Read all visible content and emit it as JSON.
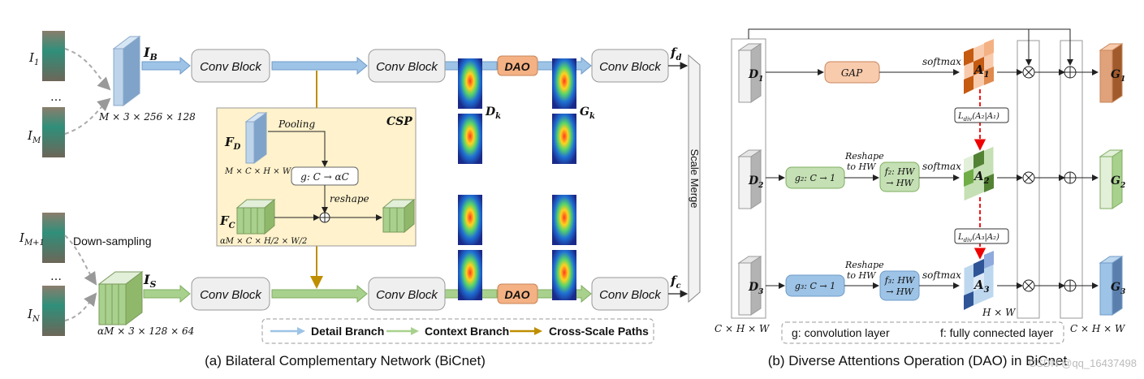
{
  "left": {
    "caption": "(a) Bilateral Complementary Network (BiCnet)",
    "inputs_top": [
      "I",
      "1",
      "…",
      "I",
      "M"
    ],
    "inputs_bottom": [
      "I",
      "M+1",
      "…",
      "I",
      "N"
    ],
    "downsampling": "Down-sampling",
    "ib": "I",
    "ib_sub": "B",
    "is": "I",
    "is_sub": "S",
    "dim_top": "M × 3 × 256 × 128",
    "dim_bottom": "αM × 3 × 128 × 64",
    "conv_block": "Conv Block",
    "dao": "DAO",
    "dk": "D",
    "dk_sub": "k",
    "gk": "G",
    "gk_sub": "k",
    "fd": "f",
    "fd_sub": "d",
    "fc": "f",
    "fc_sub": "c",
    "scale_merge": "Scale Merge",
    "csp": {
      "title": "CSP",
      "pooling": "Pooling",
      "fd": "F",
      "fd_sub": "D",
      "fd_dim": "M × C × H × W",
      "g_box": "g: C → αC",
      "reshape": "reshape",
      "fc": "F",
      "fc_sub": "C",
      "fc_dim": "αM × C × H/2 × W/2"
    },
    "legend": {
      "detail": "Detail Branch",
      "context": "Context Branch",
      "cross": "Cross-Scale Paths",
      "colors": {
        "detail": "#9dc3e6",
        "context": "#a9d18e",
        "cross": "#bf8f00"
      }
    }
  },
  "right": {
    "caption": "(b) Diverse Attentions Operation (DAO) in BiCnet",
    "left_dim": "C × H × W",
    "right_dim": "C × H × W",
    "d": [
      "D",
      "D",
      "D"
    ],
    "d_sub": [
      "1",
      "2",
      "3"
    ],
    "gap": "GAP",
    "softmax": "softmax",
    "a": [
      "A",
      "A",
      "A"
    ],
    "a_sub": [
      "1",
      "2",
      "3"
    ],
    "g_out": [
      "G",
      "G",
      "G"
    ],
    "g_sub": [
      "1",
      "2",
      "3"
    ],
    "g2": "g₂: C → 1",
    "g3": "g₃: C → 1",
    "reshape": "Reshape",
    "to_hw": "to HW",
    "f2_l1": "f₂: HW",
    "f2_l2": "→ HW",
    "f3_l1": "f₃: HW",
    "f3_l2": "→ HW",
    "ldiv1": "L",
    "ldiv1_sub": "div",
    "ldiv1_args": "(A₂|A₁)",
    "ldiv2": "L",
    "ldiv2_sub": "div",
    "ldiv2_args": "(A₃|A₂)",
    "hw": "H × W",
    "legend_g": "g: convolution layer",
    "legend_f": "f: fully connected layer",
    "watermark": "CSDN @qq_16437498"
  }
}
